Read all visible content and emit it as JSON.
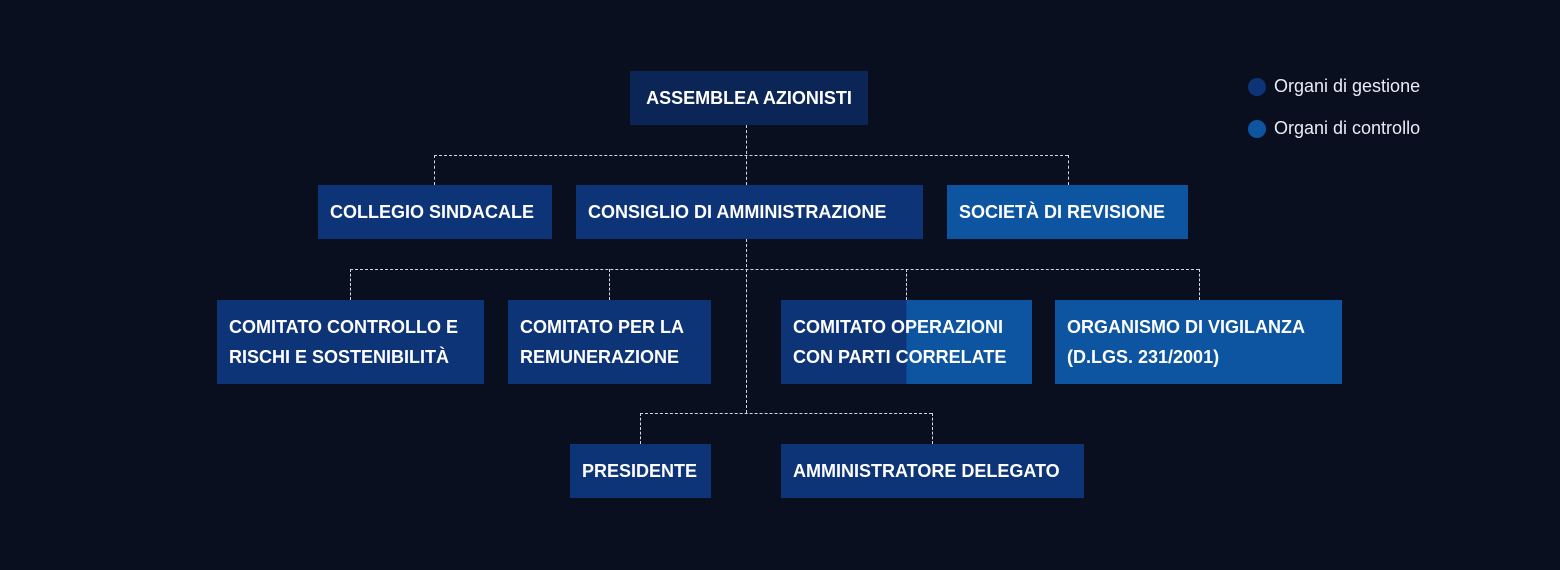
{
  "legend": {
    "items": [
      {
        "label": "Organi di gestione",
        "color": "#0e3478"
      },
      {
        "label": "Organi di controllo",
        "color": "#0d55a0"
      }
    ]
  },
  "nodes": {
    "assemblea": "ASSEMBLEA AZIONISTI",
    "collegio": "COLLEGIO SINDACALE",
    "consiglio": "CONSIGLIO DI AMMINISTRAZIONE",
    "societa": "SOCIETÀ DI REVISIONE",
    "comitato_controllo": "COMITATO CONTROLLO E\nRISCHI E SOSTENIBILITÀ",
    "comitato_remunerazione": "COMITATO PER LA\nREMUNERAZIONE",
    "comitato_parti": "COMITATO OPERAZIONI\nCON PARTI CORRELATE",
    "organismo": "ORGANISMO DI VIGILANZA\n(D.LGS. 231/2001)",
    "presidente": "PRESIDENTE",
    "ad": "AMMINISTRATORE DELEGATO"
  },
  "colors": {
    "background": "#0a0f1f",
    "top": "#0b2556",
    "gestione": "#0e3478",
    "controllo": "#0d55a0",
    "connector": "#cfd6e4"
  }
}
